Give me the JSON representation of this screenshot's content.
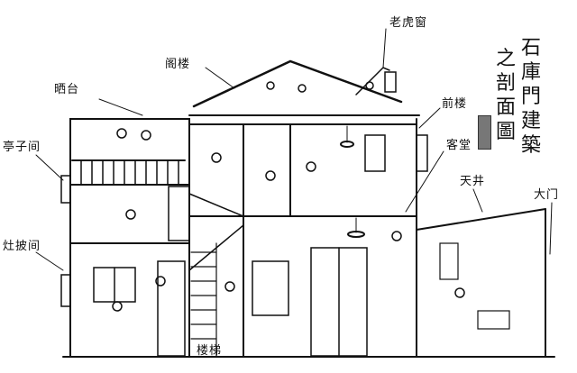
{
  "title": {
    "line1": "石庫門建築",
    "line2": "之剖面圖"
  },
  "labels": {
    "dormer": "老虎窗",
    "attic": "阁楼",
    "terrace": "晒台",
    "pavilion_room": "亭子间",
    "kitchen": "灶披间",
    "staircase": "楼梯",
    "front_room": "前楼",
    "living_hall": "客堂",
    "courtyard": "天井",
    "main_gate": "大门"
  },
  "colors": {
    "ink": "#111111",
    "paper": "#ffffff"
  }
}
